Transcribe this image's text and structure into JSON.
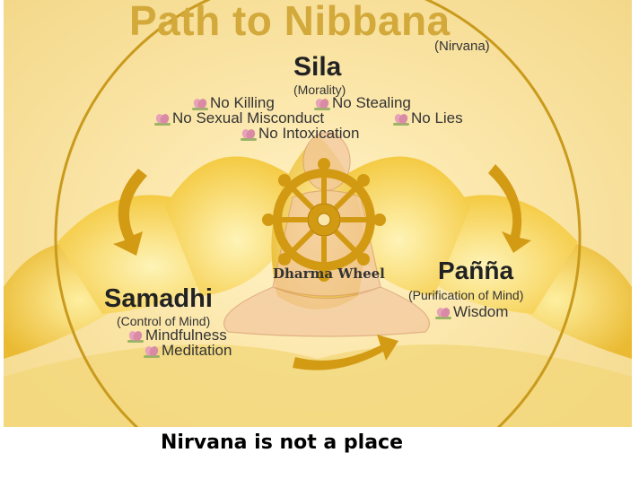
{
  "diagram": {
    "title": "Path to Nibbana",
    "subtitle": "(Nirvana)",
    "sila": {
      "heading": "Sila",
      "subheading": "(Morality)",
      "precepts": [
        "No Killing",
        "No Stealing",
        "No Sexual Misconduct",
        "No Lies",
        "No Intoxication"
      ]
    },
    "center_label": "Dharma Wheel",
    "panna": {
      "heading": "Pañña",
      "subheading": "(Purification of Mind)",
      "items": [
        "Wisdom"
      ]
    },
    "samadhi": {
      "heading": "Samadhi",
      "subheading": "(Control of Mind)",
      "items": [
        "Mindfulness",
        "Meditation"
      ]
    },
    "icons": {
      "bullet": "lotus-icon",
      "center": "dharma-wheel-icon",
      "arrows": "curved-arrow-icon"
    },
    "colors": {
      "gold": "#d2a93a",
      "ring": "#c99a1c",
      "lotus_petal": "#f5cd4e",
      "bullet_pink": "#e7a2b8"
    }
  },
  "caption": "Nirvana is not a place"
}
